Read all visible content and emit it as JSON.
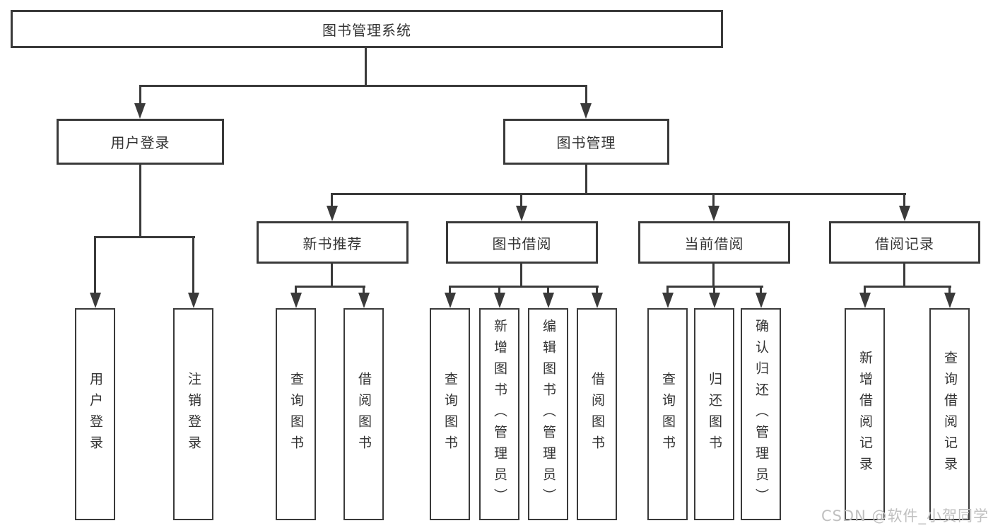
{
  "diagram": {
    "title_node": "图书管理系统",
    "level2": {
      "user_login": "用户登录",
      "book_mgmt": "图书管理"
    },
    "level3": {
      "new_books": "新书推荐",
      "borrowing": "图书借阅",
      "current": "当前借阅",
      "records": "借阅记录"
    },
    "leaves": {
      "user_login": [
        "用户登录",
        "注销登录"
      ],
      "new_books": [
        "查询图书",
        "借阅图书"
      ],
      "borrowing": [
        "查询图书",
        "新增图书（管理员）",
        "编辑图书（管理员）",
        "借阅图书"
      ],
      "current": [
        "查询图书",
        "归还图书",
        "确认归还（管理员）"
      ],
      "records": [
        "新增借阅记录",
        "查询借阅记录"
      ]
    }
  },
  "watermark": {
    "text": "CSDN @软件_小贺同学"
  },
  "colors": {
    "line": "#3a3a3a",
    "text": "#333333",
    "watermark": "#c0c0c0",
    "background": "#ffffff"
  }
}
